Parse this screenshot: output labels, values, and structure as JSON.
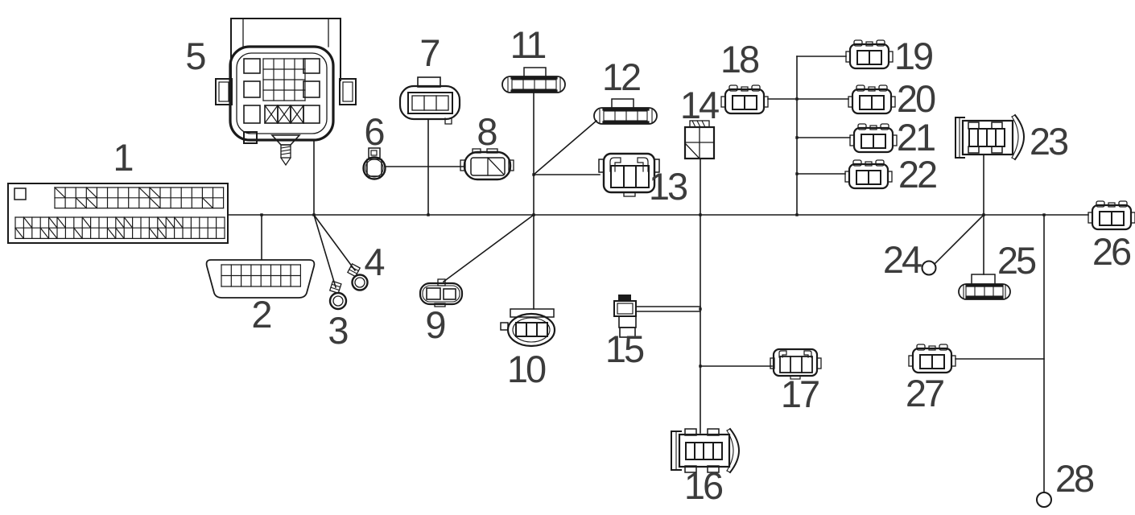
{
  "diagram": {
    "type": "wiring-harness-parts-diagram",
    "colors": {
      "stroke": "#1a1a1a",
      "label": "#3c3c3c",
      "background": "#ffffff"
    },
    "items": [
      {
        "label": "1",
        "part": "fuse-relay-junction-block"
      },
      {
        "label": "2",
        "part": "16-pin-connector"
      },
      {
        "label": "3",
        "part": "ring-terminal"
      },
      {
        "label": "4",
        "part": "ring-terminal"
      },
      {
        "label": "5",
        "part": "ecu-multi-pin-connector"
      },
      {
        "label": "6",
        "part": "round-single-pin-connector"
      },
      {
        "label": "7",
        "part": "oval-3-pin-connector"
      },
      {
        "label": "8",
        "part": "oval-2-pin-connector"
      },
      {
        "label": "9",
        "part": "2-pin-socket-connector"
      },
      {
        "label": "10",
        "part": "oval-3-pin-socket"
      },
      {
        "label": "11",
        "part": "flat-4-pin-connector"
      },
      {
        "label": "12",
        "part": "flat-4-pin-connector"
      },
      {
        "label": "13",
        "part": "3-pin-connector"
      },
      {
        "label": "14",
        "part": "square-4-pin-connector"
      },
      {
        "label": "15",
        "part": "inline-component"
      },
      {
        "label": "16",
        "part": "4-pin-lever-connector"
      },
      {
        "label": "17",
        "part": "3-pin-connector"
      },
      {
        "label": "18",
        "part": "2-pin-connector"
      },
      {
        "label": "19",
        "part": "2-pin-connector"
      },
      {
        "label": "20",
        "part": "2-pin-connector"
      },
      {
        "label": "21",
        "part": "2-pin-connector"
      },
      {
        "label": "22",
        "part": "2-pin-connector"
      },
      {
        "label": "23",
        "part": "4-pin-lever-connector"
      },
      {
        "label": "24",
        "part": "wire-end-eyelet"
      },
      {
        "label": "25",
        "part": "flat-4-pin-connector"
      },
      {
        "label": "26",
        "part": "2-pin-connector"
      },
      {
        "label": "27",
        "part": "2-pin-connector"
      },
      {
        "label": "28",
        "part": "wire-end-eyelet"
      }
    ],
    "grids": {
      "fuse_top": {
        "cols": 16,
        "rows": 2,
        "slashed": [
          [
            0,
            0
          ],
          [
            0,
            3
          ],
          [
            0,
            8
          ],
          [
            0,
            9
          ],
          [
            1,
            2
          ],
          [
            1,
            3
          ],
          [
            1,
            9
          ],
          [
            1,
            14
          ]
        ]
      },
      "fuse_bottom": {
        "cols": 25,
        "rows": 2,
        "slashed": [
          [
            0,
            1
          ],
          [
            0,
            4
          ],
          [
            0,
            5
          ],
          [
            0,
            8
          ],
          [
            0,
            12
          ],
          [
            0,
            13
          ],
          [
            0,
            17
          ],
          [
            0,
            18
          ],
          [
            0,
            19
          ],
          [
            1,
            0
          ],
          [
            1,
            3
          ],
          [
            1,
            4
          ],
          [
            1,
            7
          ],
          [
            1,
            11
          ],
          [
            1,
            12
          ],
          [
            1,
            16
          ],
          [
            1,
            17
          ]
        ]
      },
      "connector2": {
        "cols": 8,
        "rows": 2,
        "slashed": []
      },
      "ecu_center": {
        "cols": 4,
        "rows": 4,
        "slashed": []
      }
    }
  }
}
